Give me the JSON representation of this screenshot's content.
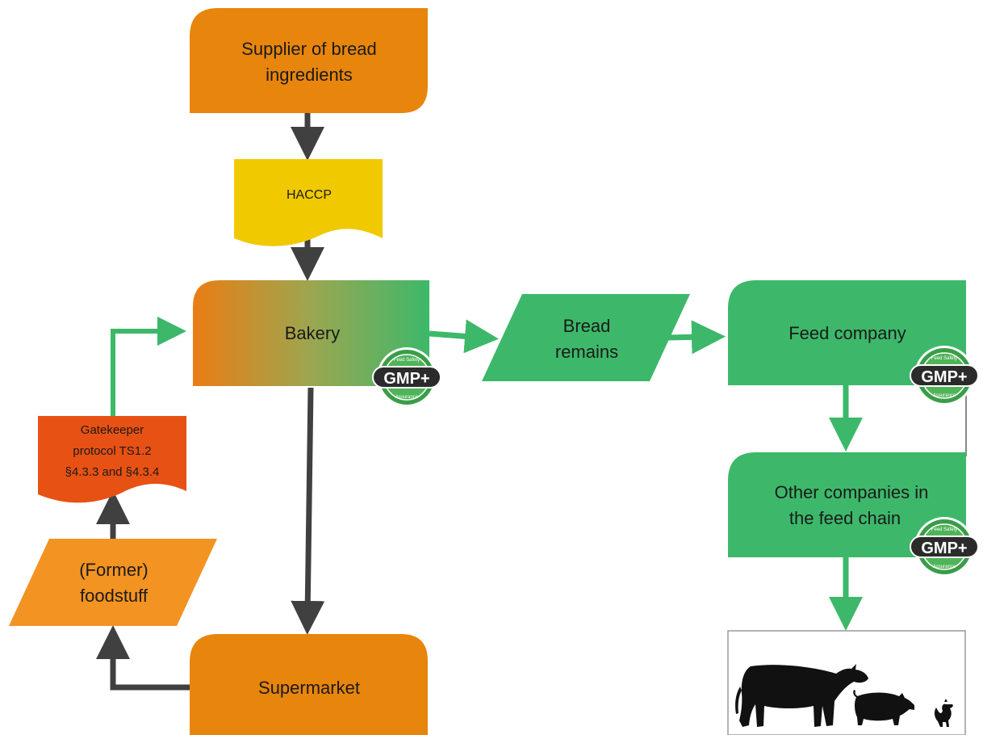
{
  "nodes": {
    "supplier": {
      "line1": "Supplier of bread",
      "line2": "ingredients"
    },
    "haccp": {
      "label": "HACCP"
    },
    "bakery": {
      "label": "Bakery"
    },
    "bread_remains": {
      "line1": "Bread",
      "line2": "remains"
    },
    "feed_company": {
      "label": "Feed company"
    },
    "other_companies": {
      "line1": "Other companies in",
      "line2": "the feed chain"
    },
    "gatekeeper": {
      "line1": "Gatekeeper",
      "line2": "protocol TS1.2",
      "line3": "§4.3.3 and §4.3.4"
    },
    "former_foodstuff": {
      "line1": "(Former)",
      "line2": "foodstuff"
    },
    "supermarket": {
      "label": "Supermarket"
    }
  },
  "badge": {
    "text": "GMP+",
    "ring_top": "Feed Safety",
    "ring_bottom": "Assurance"
  },
  "icons": {
    "animals": "livestock-silhouettes-icon"
  },
  "colors": {
    "orange": "#e8850c",
    "light_orange": "#f39322",
    "red_orange": "#e85114",
    "yellow": "#f0c900",
    "green": "#3db86a",
    "dark_arrow": "#404040",
    "green_arrow": "#3db86a"
  }
}
